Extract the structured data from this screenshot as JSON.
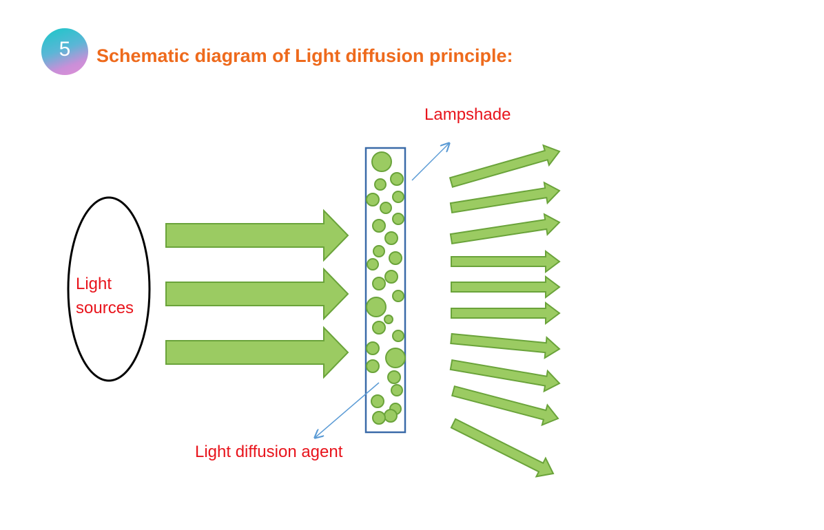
{
  "header": {
    "badge_number": "5",
    "title": "Schematic diagram of Light diffusion principle:"
  },
  "labels": {
    "light_sources_line1": "Light",
    "light_sources_line2": "sources",
    "lampshade": "Lampshade",
    "diffusion_agent": "Light diffusion agent"
  },
  "colors": {
    "title": "#ee6a1c",
    "label_text": "#e8141c",
    "arrow_fill": "#9bcb62",
    "arrow_stroke": "#6aa33a",
    "lampshade_border": "#3a6aa8",
    "pointer_line": "#5b9bd5",
    "ellipse_stroke": "#000000"
  }
}
